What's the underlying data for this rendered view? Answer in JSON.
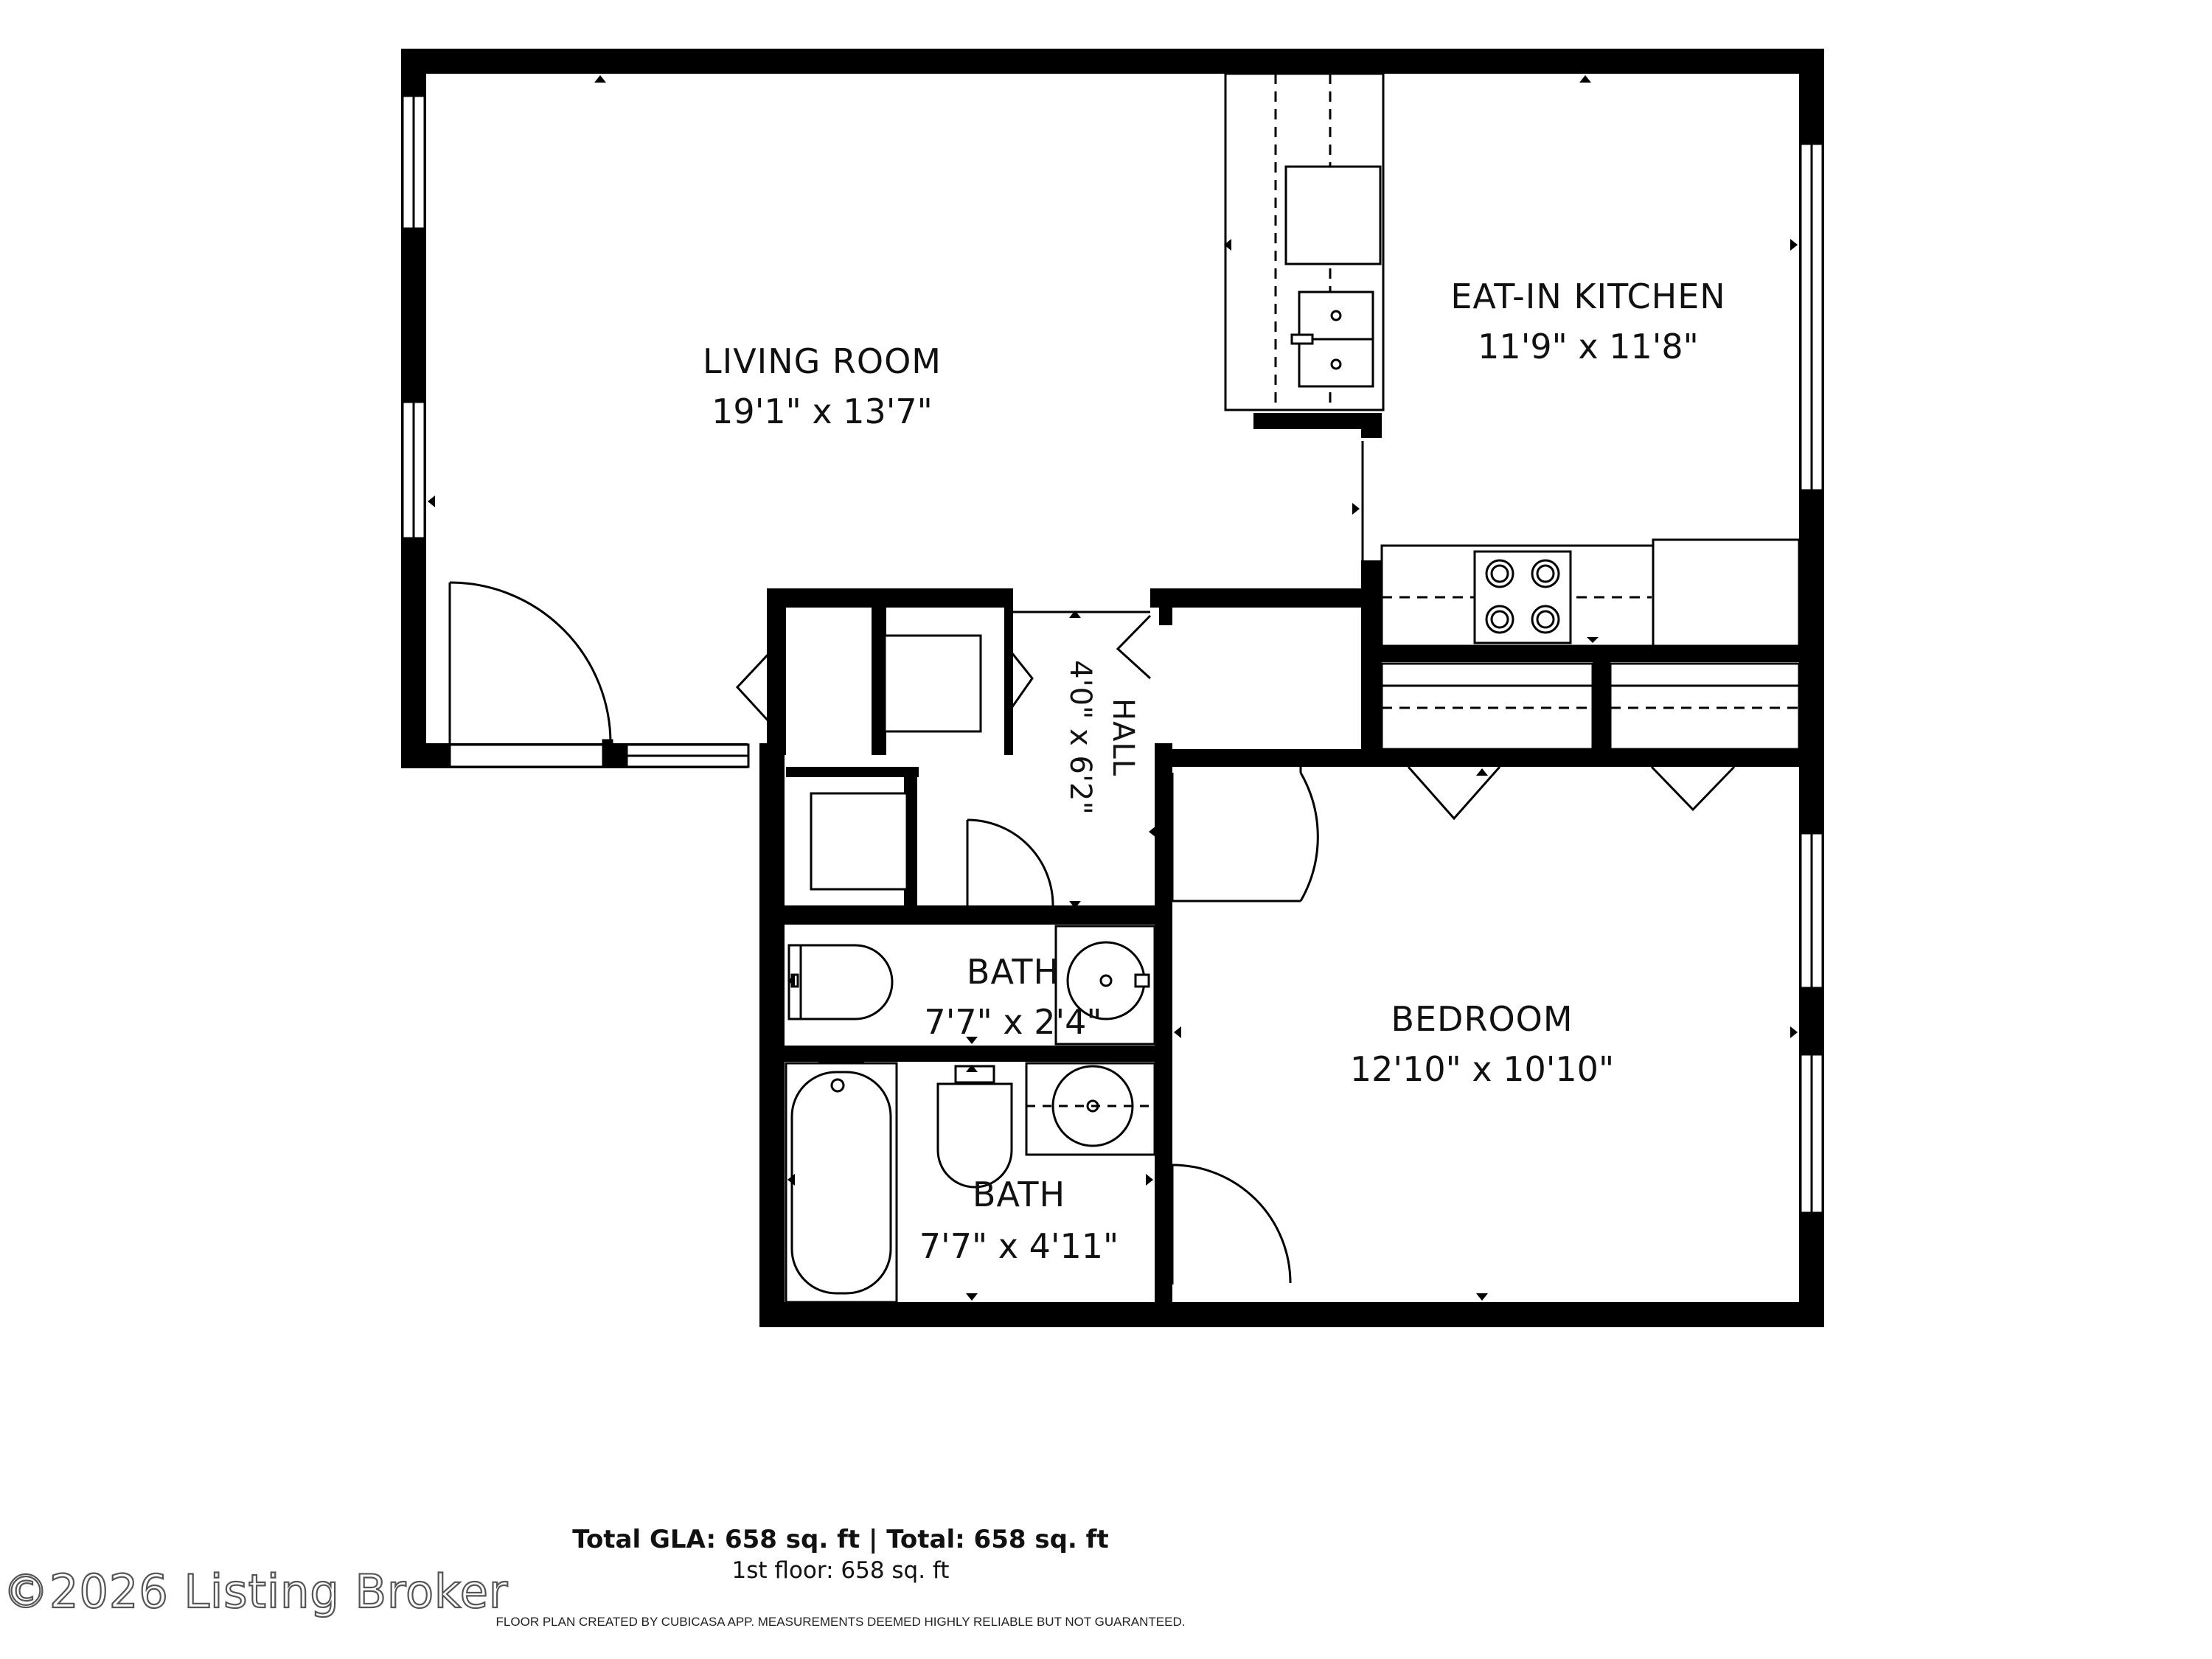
{
  "rooms": {
    "living": {
      "name": "LIVING ROOM",
      "dims": "19'1\" x 13'7\""
    },
    "kitchen": {
      "name": "EAT-IN KITCHEN",
      "dims": "11'9\" x 11'8\""
    },
    "hall": {
      "name": "HALL",
      "dims": "4'0\" x 6'2\""
    },
    "bath_small": {
      "name": "BATH",
      "dims": "7'7\" x 2'4\""
    },
    "bath_large": {
      "name": "BATH",
      "dims": "7'7\" x 4'11\""
    },
    "bedroom": {
      "name": "BEDROOM",
      "dims": "12'10\" x 10'10\""
    }
  },
  "footer": {
    "totals": "Total GLA: 658 sq. ft | Total: 658 sq. ft",
    "floor": "1st floor: 658 sq. ft",
    "disclaimer": "FLOOR PLAN CREATED BY CUBICASA APP. MEASUREMENTS DEEMED HIGHLY RELIABLE BUT NOT GUARANTEED.",
    "watermark": "©2026 Listing Broker"
  }
}
